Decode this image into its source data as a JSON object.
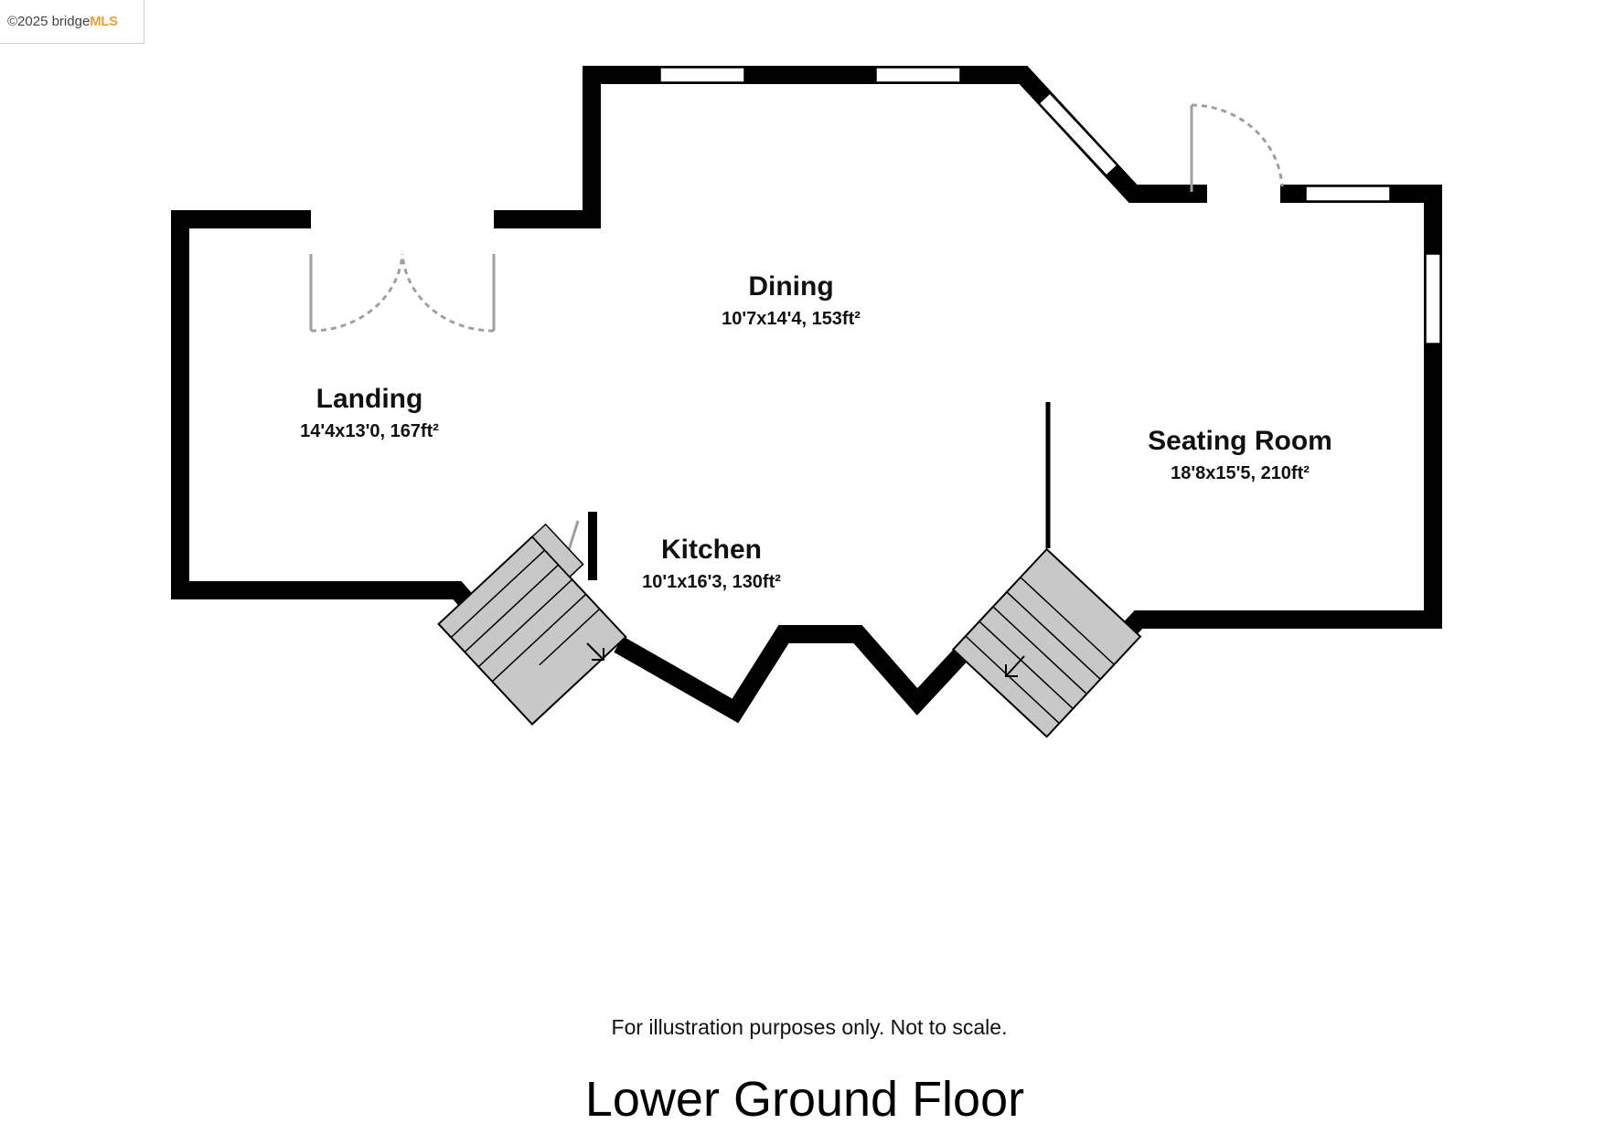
{
  "logo": {
    "copyright": "©2025 bridge",
    "brand": "MLS"
  },
  "rooms": [
    {
      "name": "Dining",
      "dimensions": "10'7x14'4, 153ft²"
    },
    {
      "name": "Landing",
      "dimensions": "14'4x13'0, 167ft²"
    },
    {
      "name": "Seating Room",
      "dimensions": "18'8x15'5, 210ft²"
    },
    {
      "name": "Kitchen",
      "dimensions": "10'1x16'3, 130ft²"
    }
  ],
  "disclaimer": "For illustration purposes only. Not to scale.",
  "floor_title": "Lower Ground Floor",
  "colors": {
    "wall": "#000000",
    "stairs": "#c8c8c8",
    "door_swing": "#9aa0a6",
    "window": "#ffffff"
  }
}
